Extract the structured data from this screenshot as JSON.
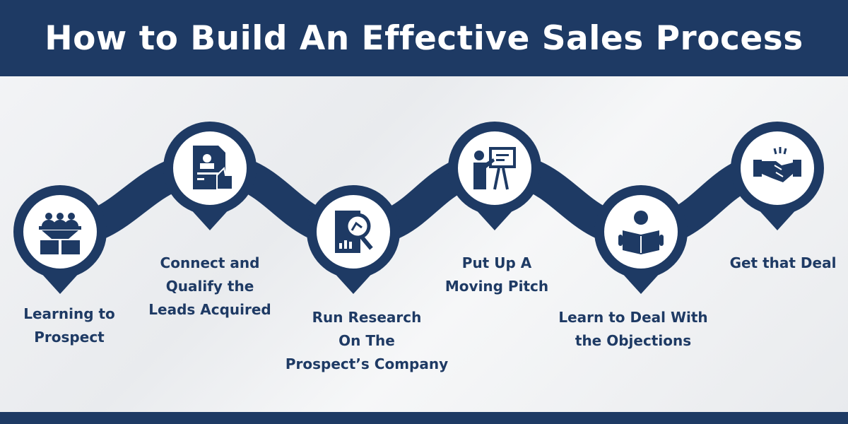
{
  "title": "How to Build An Effective Sales Process",
  "colors": {
    "navy": "#1e3a64",
    "white": "#ffffff"
  },
  "steps": [
    {
      "label_lines": [
        "Learning to",
        "Prospect"
      ],
      "icon": "sales-funnel-icon"
    },
    {
      "label_lines": [
        "Connect and",
        "Qualify the",
        "Leads Acquired"
      ],
      "icon": "profile-thumbs-up-icon"
    },
    {
      "label_lines": [
        "Run Research",
        "On The",
        "Prospect’s Company"
      ],
      "icon": "report-magnifier-icon"
    },
    {
      "label_lines": [
        "Put Up A",
        "Moving Pitch"
      ],
      "icon": "presentation-icon"
    },
    {
      "label_lines": [
        "Learn to Deal With",
        "the Objections"
      ],
      "icon": "person-reading-icon"
    },
    {
      "label_lines": [
        "Get that Deal"
      ],
      "icon": "handshake-icon"
    }
  ]
}
